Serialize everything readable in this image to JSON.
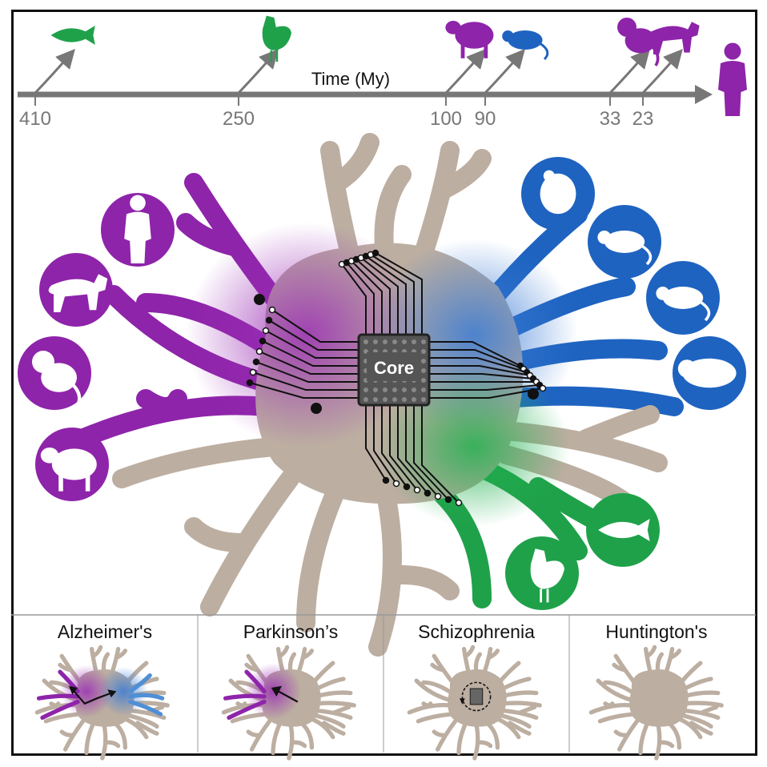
{
  "timeline": {
    "title": "Time (My)",
    "ticks": [
      {
        "label": "410",
        "value": 410,
        "species": "zebrafish-icon",
        "color": "#1fa14a"
      },
      {
        "label": "250",
        "value": 250,
        "species": "chicken-icon",
        "color": "#1fa14a"
      },
      {
        "label": "100",
        "value": 100,
        "species": "sheep-icon",
        "color": "#8e24aa"
      },
      {
        "label": "90",
        "value": 90,
        "species": "rodents-icon",
        "color": "#1e63c0"
      },
      {
        "label": "33",
        "value": 33,
        "species": "marmoset-icon",
        "color": "#8e24aa"
      },
      {
        "label": "23",
        "value": 23,
        "species": "macaque-icon",
        "color": "#8e24aa"
      }
    ],
    "endpoint_species": "human-icon"
  },
  "main": {
    "core_label": "Core",
    "primate_ungulate_species": [
      "human-icon",
      "macaque-icon",
      "marmoset-icon",
      "sheep-icon"
    ],
    "rodent_species": [
      "hamster-icon",
      "rat-icon",
      "mouse-icon",
      "guinea-pig-icon"
    ],
    "nonmammal_species": [
      "zebrafish-icon",
      "chicken-icon"
    ]
  },
  "colors": {
    "purple": "#8e24aa",
    "blue": "#1e63c0",
    "green": "#1fa14a",
    "cell": "#bcaea1",
    "axis": "#777777"
  },
  "diseases": [
    {
      "label": "Alzheimer's"
    },
    {
      "label": "Parkinson’s"
    },
    {
      "label": "Schizophrenia"
    },
    {
      "label": "Huntington's"
    }
  ]
}
